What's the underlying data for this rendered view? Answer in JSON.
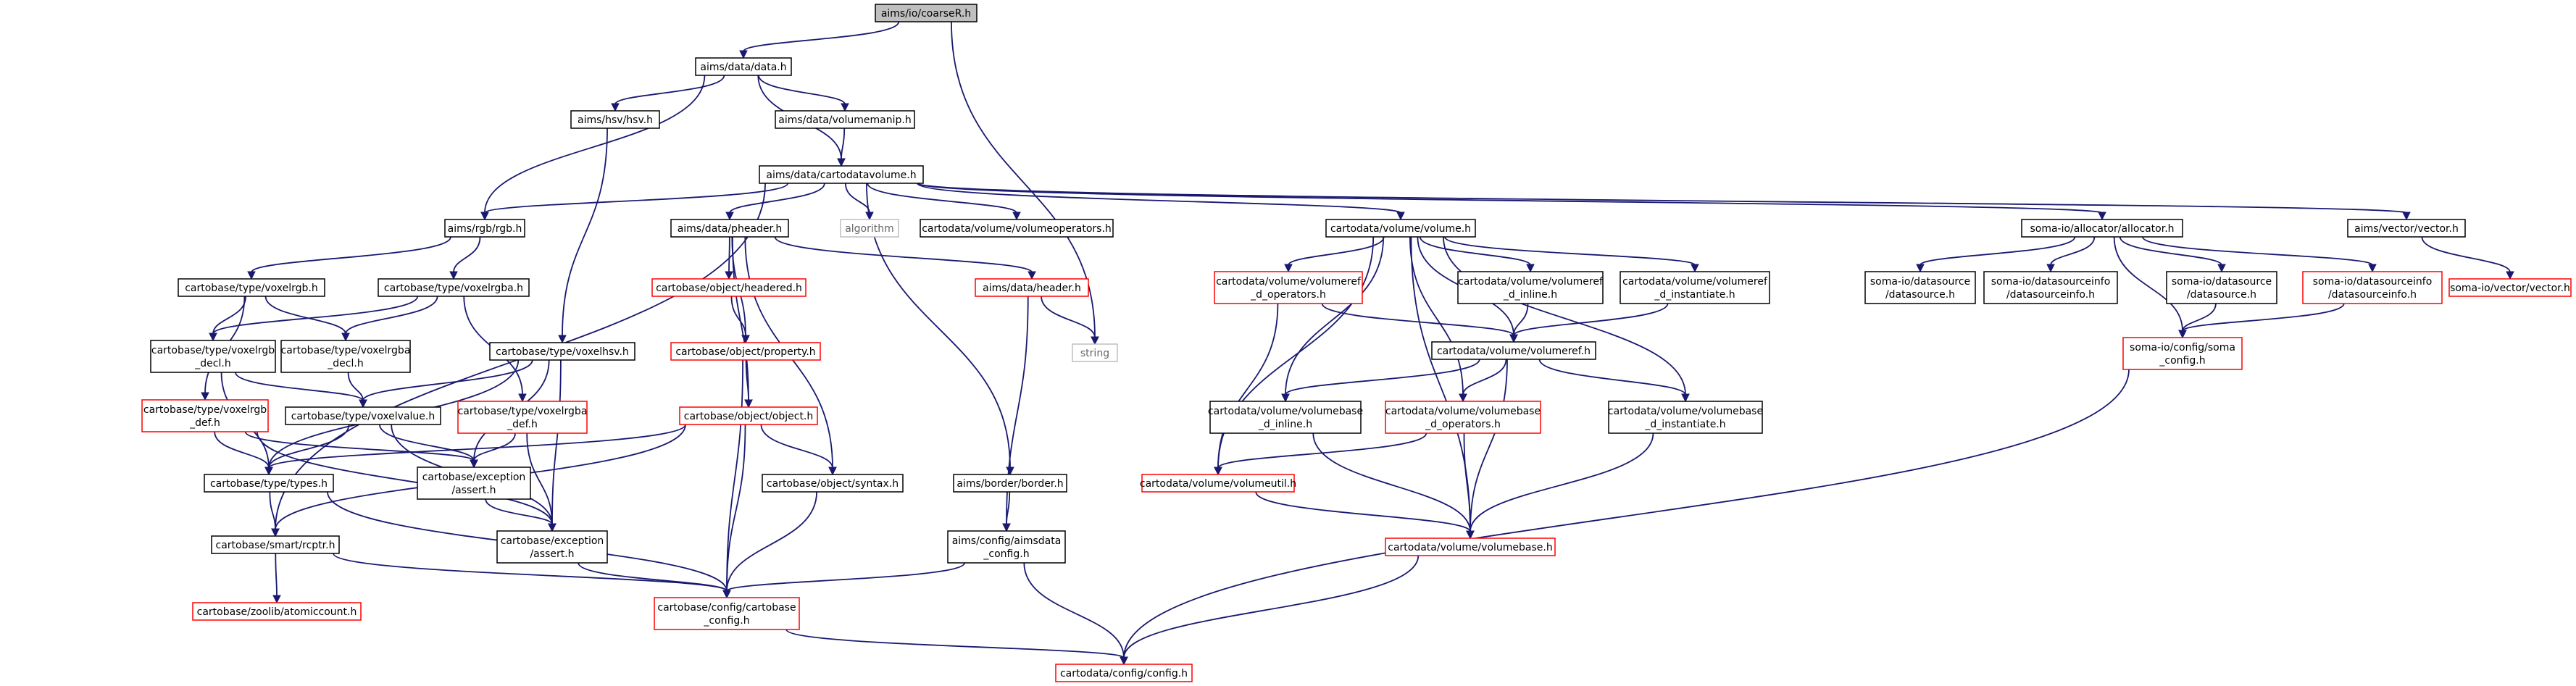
{
  "colors": {
    "edge": "#191970",
    "node_border": "#000000",
    "highlight_fill": "#bfbfbf",
    "missing_border": "#ff0000",
    "external_border": "#bfbfbf",
    "node_fill": "#ffffff"
  },
  "nodes": [
    {
      "id": "coarseR",
      "lines": [
        "aims/io/coarseR.h"
      ],
      "kind": "highlight"
    },
    {
      "id": "data",
      "lines": [
        "aims/data/data.h"
      ],
      "kind": "normal"
    },
    {
      "id": "string",
      "lines": [
        "string"
      ],
      "kind": "external"
    },
    {
      "id": "hsv",
      "lines": [
        "aims/hsv/hsv.h"
      ],
      "kind": "normal"
    },
    {
      "id": "volumemanip",
      "lines": [
        "aims/data/volumemanip.h"
      ],
      "kind": "normal"
    },
    {
      "id": "cartodatavolume",
      "lines": [
        "aims/data/cartodatavolume.h"
      ],
      "kind": "normal"
    },
    {
      "id": "rgb",
      "lines": [
        "aims/rgb/rgb.h"
      ],
      "kind": "normal"
    },
    {
      "id": "pheader",
      "lines": [
        "aims/data/pheader.h"
      ],
      "kind": "normal"
    },
    {
      "id": "algorithm",
      "lines": [
        "algorithm"
      ],
      "kind": "external"
    },
    {
      "id": "volumeoperators",
      "lines": [
        "cartodata/volume/volumeoperators.h"
      ],
      "kind": "normal"
    },
    {
      "id": "volume",
      "lines": [
        "cartodata/volume/volume.h"
      ],
      "kind": "normal"
    },
    {
      "id": "allocator",
      "lines": [
        "soma-io/allocator/allocator.h"
      ],
      "kind": "normal"
    },
    {
      "id": "vector",
      "lines": [
        "aims/vector/vector.h"
      ],
      "kind": "normal"
    },
    {
      "id": "voxelrgb",
      "lines": [
        "cartobase/type/voxelrgb.h"
      ],
      "kind": "normal"
    },
    {
      "id": "voxelrgba",
      "lines": [
        "cartobase/type/voxelrgba.h"
      ],
      "kind": "normal"
    },
    {
      "id": "voxelhsv",
      "lines": [
        "cartobase/type/voxelhsv.h"
      ],
      "kind": "normal"
    },
    {
      "id": "headered",
      "lines": [
        "cartobase/object/headered.h"
      ],
      "kind": "missing"
    },
    {
      "id": "header",
      "lines": [
        "aims/data/header.h"
      ],
      "kind": "missing"
    },
    {
      "id": "property",
      "lines": [
        "cartobase/object/property.h"
      ],
      "kind": "missing"
    },
    {
      "id": "volumeref_d_operators",
      "lines": [
        "cartodata/volume/volumeref",
        "_d_operators.h"
      ],
      "kind": "missing"
    },
    {
      "id": "volumeref_d_inline",
      "lines": [
        "cartodata/volume/volumeref",
        "_d_inline.h"
      ],
      "kind": "normal"
    },
    {
      "id": "volumeref_d_instantiate",
      "lines": [
        "cartodata/volume/volumeref",
        "_d_instantiate.h"
      ],
      "kind": "normal"
    },
    {
      "id": "sio_datasource",
      "lines": [
        "soma-io/datasource",
        "/datasource.h"
      ],
      "kind": "normal"
    },
    {
      "id": "sio_datasourceinfo",
      "lines": [
        "soma-io/datasourceinfo",
        "/datasourceinfo.h"
      ],
      "kind": "normal"
    },
    {
      "id": "sio_datasource2",
      "lines": [
        "soma-io/datasource",
        "/datasource.h"
      ],
      "kind": "normal"
    },
    {
      "id": "sio_datasourceinfo2",
      "lines": [
        "soma-io/datasourceinfo",
        "/datasourceinfo.h"
      ],
      "kind": "missing"
    },
    {
      "id": "sio_vector",
      "lines": [
        "soma-io/vector/vector.h"
      ],
      "kind": "missing"
    },
    {
      "id": "voxelrgb_decl",
      "lines": [
        "cartobase/type/voxelrgb",
        "_decl.h"
      ],
      "kind": "normal"
    },
    {
      "id": "voxelrgba_decl",
      "lines": [
        "cartobase/type/voxelrgba",
        "_decl.h"
      ],
      "kind": "normal"
    },
    {
      "id": "volumeref",
      "lines": [
        "cartodata/volume/volumeref.h"
      ],
      "kind": "normal"
    },
    {
      "id": "soma_config",
      "lines": [
        "soma-io/config/soma",
        "_config.h"
      ],
      "kind": "missing"
    },
    {
      "id": "voxelrgb_def",
      "lines": [
        "cartobase/type/voxelrgb",
        "_def.h"
      ],
      "kind": "missing"
    },
    {
      "id": "voxelvalue",
      "lines": [
        "cartobase/type/voxelvalue.h"
      ],
      "kind": "normal"
    },
    {
      "id": "voxelrgba_def",
      "lines": [
        "cartobase/type/voxelrgba",
        "_def.h"
      ],
      "kind": "missing"
    },
    {
      "id": "object",
      "lines": [
        "cartobase/object/object.h"
      ],
      "kind": "missing"
    },
    {
      "id": "volumebase_d_inline",
      "lines": [
        "cartodata/volume/volumebase",
        "_d_inline.h"
      ],
      "kind": "normal"
    },
    {
      "id": "volumebase_d_operators",
      "lines": [
        "cartodata/volume/volumebase",
        "_d_operators.h"
      ],
      "kind": "missing"
    },
    {
      "id": "volumebase_d_instantiate",
      "lines": [
        "cartodata/volume/volumebase",
        "_d_instantiate.h"
      ],
      "kind": "normal"
    },
    {
      "id": "types",
      "lines": [
        "cartobase/type/types.h"
      ],
      "kind": "normal"
    },
    {
      "id": "exception_assert1",
      "lines": [
        "cartobase/exception",
        "/assert.h"
      ],
      "kind": "normal"
    },
    {
      "id": "syntax",
      "lines": [
        "cartobase/object/syntax.h"
      ],
      "kind": "normal"
    },
    {
      "id": "border",
      "lines": [
        "aims/border/border.h"
      ],
      "kind": "normal"
    },
    {
      "id": "volumeutil",
      "lines": [
        "cartodata/volume/volumeutil.h"
      ],
      "kind": "missing"
    },
    {
      "id": "rcptr",
      "lines": [
        "cartobase/smart/rcptr.h"
      ],
      "kind": "normal"
    },
    {
      "id": "exception_assert2",
      "lines": [
        "cartobase/exception",
        "/assert.h"
      ],
      "kind": "normal"
    },
    {
      "id": "aimsdata_config",
      "lines": [
        "aims/config/aimsdata",
        "_config.h"
      ],
      "kind": "normal"
    },
    {
      "id": "volumebase",
      "lines": [
        "cartodata/volume/volumebase.h"
      ],
      "kind": "missing"
    },
    {
      "id": "atomiccount",
      "lines": [
        "cartobase/zoolib/atomiccount.h"
      ],
      "kind": "missing"
    },
    {
      "id": "cartobase_config",
      "lines": [
        "cartobase/config/cartobase",
        "_config.h"
      ],
      "kind": "missing"
    },
    {
      "id": "config",
      "lines": [
        "cartodata/config/config.h"
      ],
      "kind": "missing"
    }
  ],
  "edges": [
    [
      "coarseR",
      "data"
    ],
    [
      "coarseR",
      "string"
    ],
    [
      "data",
      "rgb"
    ],
    [
      "data",
      "hsv"
    ],
    [
      "data",
      "volumemanip"
    ],
    [
      "data",
      "cartodatavolume"
    ],
    [
      "volumemanip",
      "cartodatavolume"
    ],
    [
      "hsv",
      "voxelhsv"
    ],
    [
      "cartodatavolume",
      "rgb"
    ],
    [
      "cartodatavolume",
      "pheader"
    ],
    [
      "cartodatavolume",
      "algorithm"
    ],
    [
      "cartodatavolume",
      "volumeoperators"
    ],
    [
      "cartodatavolume",
      "volume"
    ],
    [
      "cartodatavolume",
      "allocator"
    ],
    [
      "cartodatavolume",
      "vector"
    ],
    [
      "cartodatavolume",
      "rcptr"
    ],
    [
      "cartodatavolume",
      "border"
    ],
    [
      "rgb",
      "voxelrgb"
    ],
    [
      "rgb",
      "voxelrgba"
    ],
    [
      "voxelrgb",
      "voxelrgb_decl"
    ],
    [
      "voxelrgb",
      "voxelrgba_decl"
    ],
    [
      "voxelrgb",
      "voxelrgb_def"
    ],
    [
      "voxelrgba",
      "voxelrgb_decl"
    ],
    [
      "voxelrgba",
      "voxelrgba_decl"
    ],
    [
      "voxelrgba",
      "voxelrgba_def"
    ],
    [
      "voxelrgb_decl",
      "voxelvalue"
    ],
    [
      "voxelrgb_decl",
      "types"
    ],
    [
      "voxelrgba_decl",
      "voxelvalue"
    ],
    [
      "voxelhsv",
      "voxelvalue"
    ],
    [
      "voxelhsv",
      "types"
    ],
    [
      "voxelhsv",
      "exception_assert1"
    ],
    [
      "voxelhsv",
      "exception_assert2"
    ],
    [
      "voxelrgb_def",
      "types"
    ],
    [
      "voxelrgb_def",
      "exception_assert1"
    ],
    [
      "voxelrgb_def",
      "exception_assert2"
    ],
    [
      "voxelrgba_def",
      "exception_assert1"
    ],
    [
      "voxelrgba_def",
      "exception_assert2"
    ],
    [
      "voxelvalue",
      "types"
    ],
    [
      "voxelvalue",
      "exception_assert1"
    ],
    [
      "voxelvalue",
      "exception_assert2"
    ],
    [
      "types",
      "rcptr"
    ],
    [
      "types",
      "cartobase_config"
    ],
    [
      "exception_assert1",
      "exception_assert2"
    ],
    [
      "exception_assert2",
      "cartobase_config"
    ],
    [
      "rcptr",
      "atomiccount"
    ],
    [
      "rcptr",
      "cartobase_config"
    ],
    [
      "pheader",
      "headered"
    ],
    [
      "pheader",
      "header"
    ],
    [
      "pheader",
      "property"
    ],
    [
      "pheader",
      "object"
    ],
    [
      "pheader",
      "syntax"
    ],
    [
      "headered",
      "property"
    ],
    [
      "header",
      "string"
    ],
    [
      "header",
      "aimsdata_config"
    ],
    [
      "property",
      "object"
    ],
    [
      "property",
      "cartobase_config"
    ],
    [
      "object",
      "types"
    ],
    [
      "object",
      "rcptr"
    ],
    [
      "object",
      "syntax"
    ],
    [
      "object",
      "cartobase_config"
    ],
    [
      "syntax",
      "cartobase_config"
    ],
    [
      "border",
      "aimsdata_config"
    ],
    [
      "aimsdata_config",
      "cartobase_config"
    ],
    [
      "aimsdata_config",
      "config"
    ],
    [
      "cartobase_config",
      "config"
    ],
    [
      "volume",
      "volumeref_d_operators"
    ],
    [
      "volume",
      "volumeref_d_inline"
    ],
    [
      "volume",
      "volumeref_d_instantiate"
    ],
    [
      "volume",
      "volumeref"
    ],
    [
      "volume",
      "volumebase_d_inline"
    ],
    [
      "volume",
      "volumebase_d_operators"
    ],
    [
      "volume",
      "volumebase_d_instantiate"
    ],
    [
      "volume",
      "volumeutil"
    ],
    [
      "volume",
      "volumebase"
    ],
    [
      "volumeref_d_operators",
      "volumeref"
    ],
    [
      "volumeref_d_operators",
      "volumeutil"
    ],
    [
      "volumeref_d_inline",
      "volumeref"
    ],
    [
      "volumeref_d_instantiate",
      "volumeref"
    ],
    [
      "volumeref",
      "volumebase_d_inline"
    ],
    [
      "volumeref",
      "volumebase_d_operators"
    ],
    [
      "volumeref",
      "volumebase_d_instantiate"
    ],
    [
      "volumeref",
      "volumebase"
    ],
    [
      "volumebase_d_inline",
      "volumebase"
    ],
    [
      "volumebase_d_operators",
      "volumeutil"
    ],
    [
      "volumebase_d_operators",
      "volumebase"
    ],
    [
      "volumebase_d_instantiate",
      "volumebase"
    ],
    [
      "volumeutil",
      "volumebase"
    ],
    [
      "volumebase",
      "config"
    ],
    [
      "allocator",
      "sio_datasource"
    ],
    [
      "allocator",
      "sio_datasourceinfo"
    ],
    [
      "allocator",
      "sio_datasource2"
    ],
    [
      "allocator",
      "sio_datasourceinfo2"
    ],
    [
      "allocator",
      "soma_config"
    ],
    [
      "sio_datasource2",
      "soma_config"
    ],
    [
      "sio_datasourceinfo2",
      "soma_config"
    ],
    [
      "soma_config",
      "config"
    ],
    [
      "vector",
      "sio_vector"
    ]
  ]
}
